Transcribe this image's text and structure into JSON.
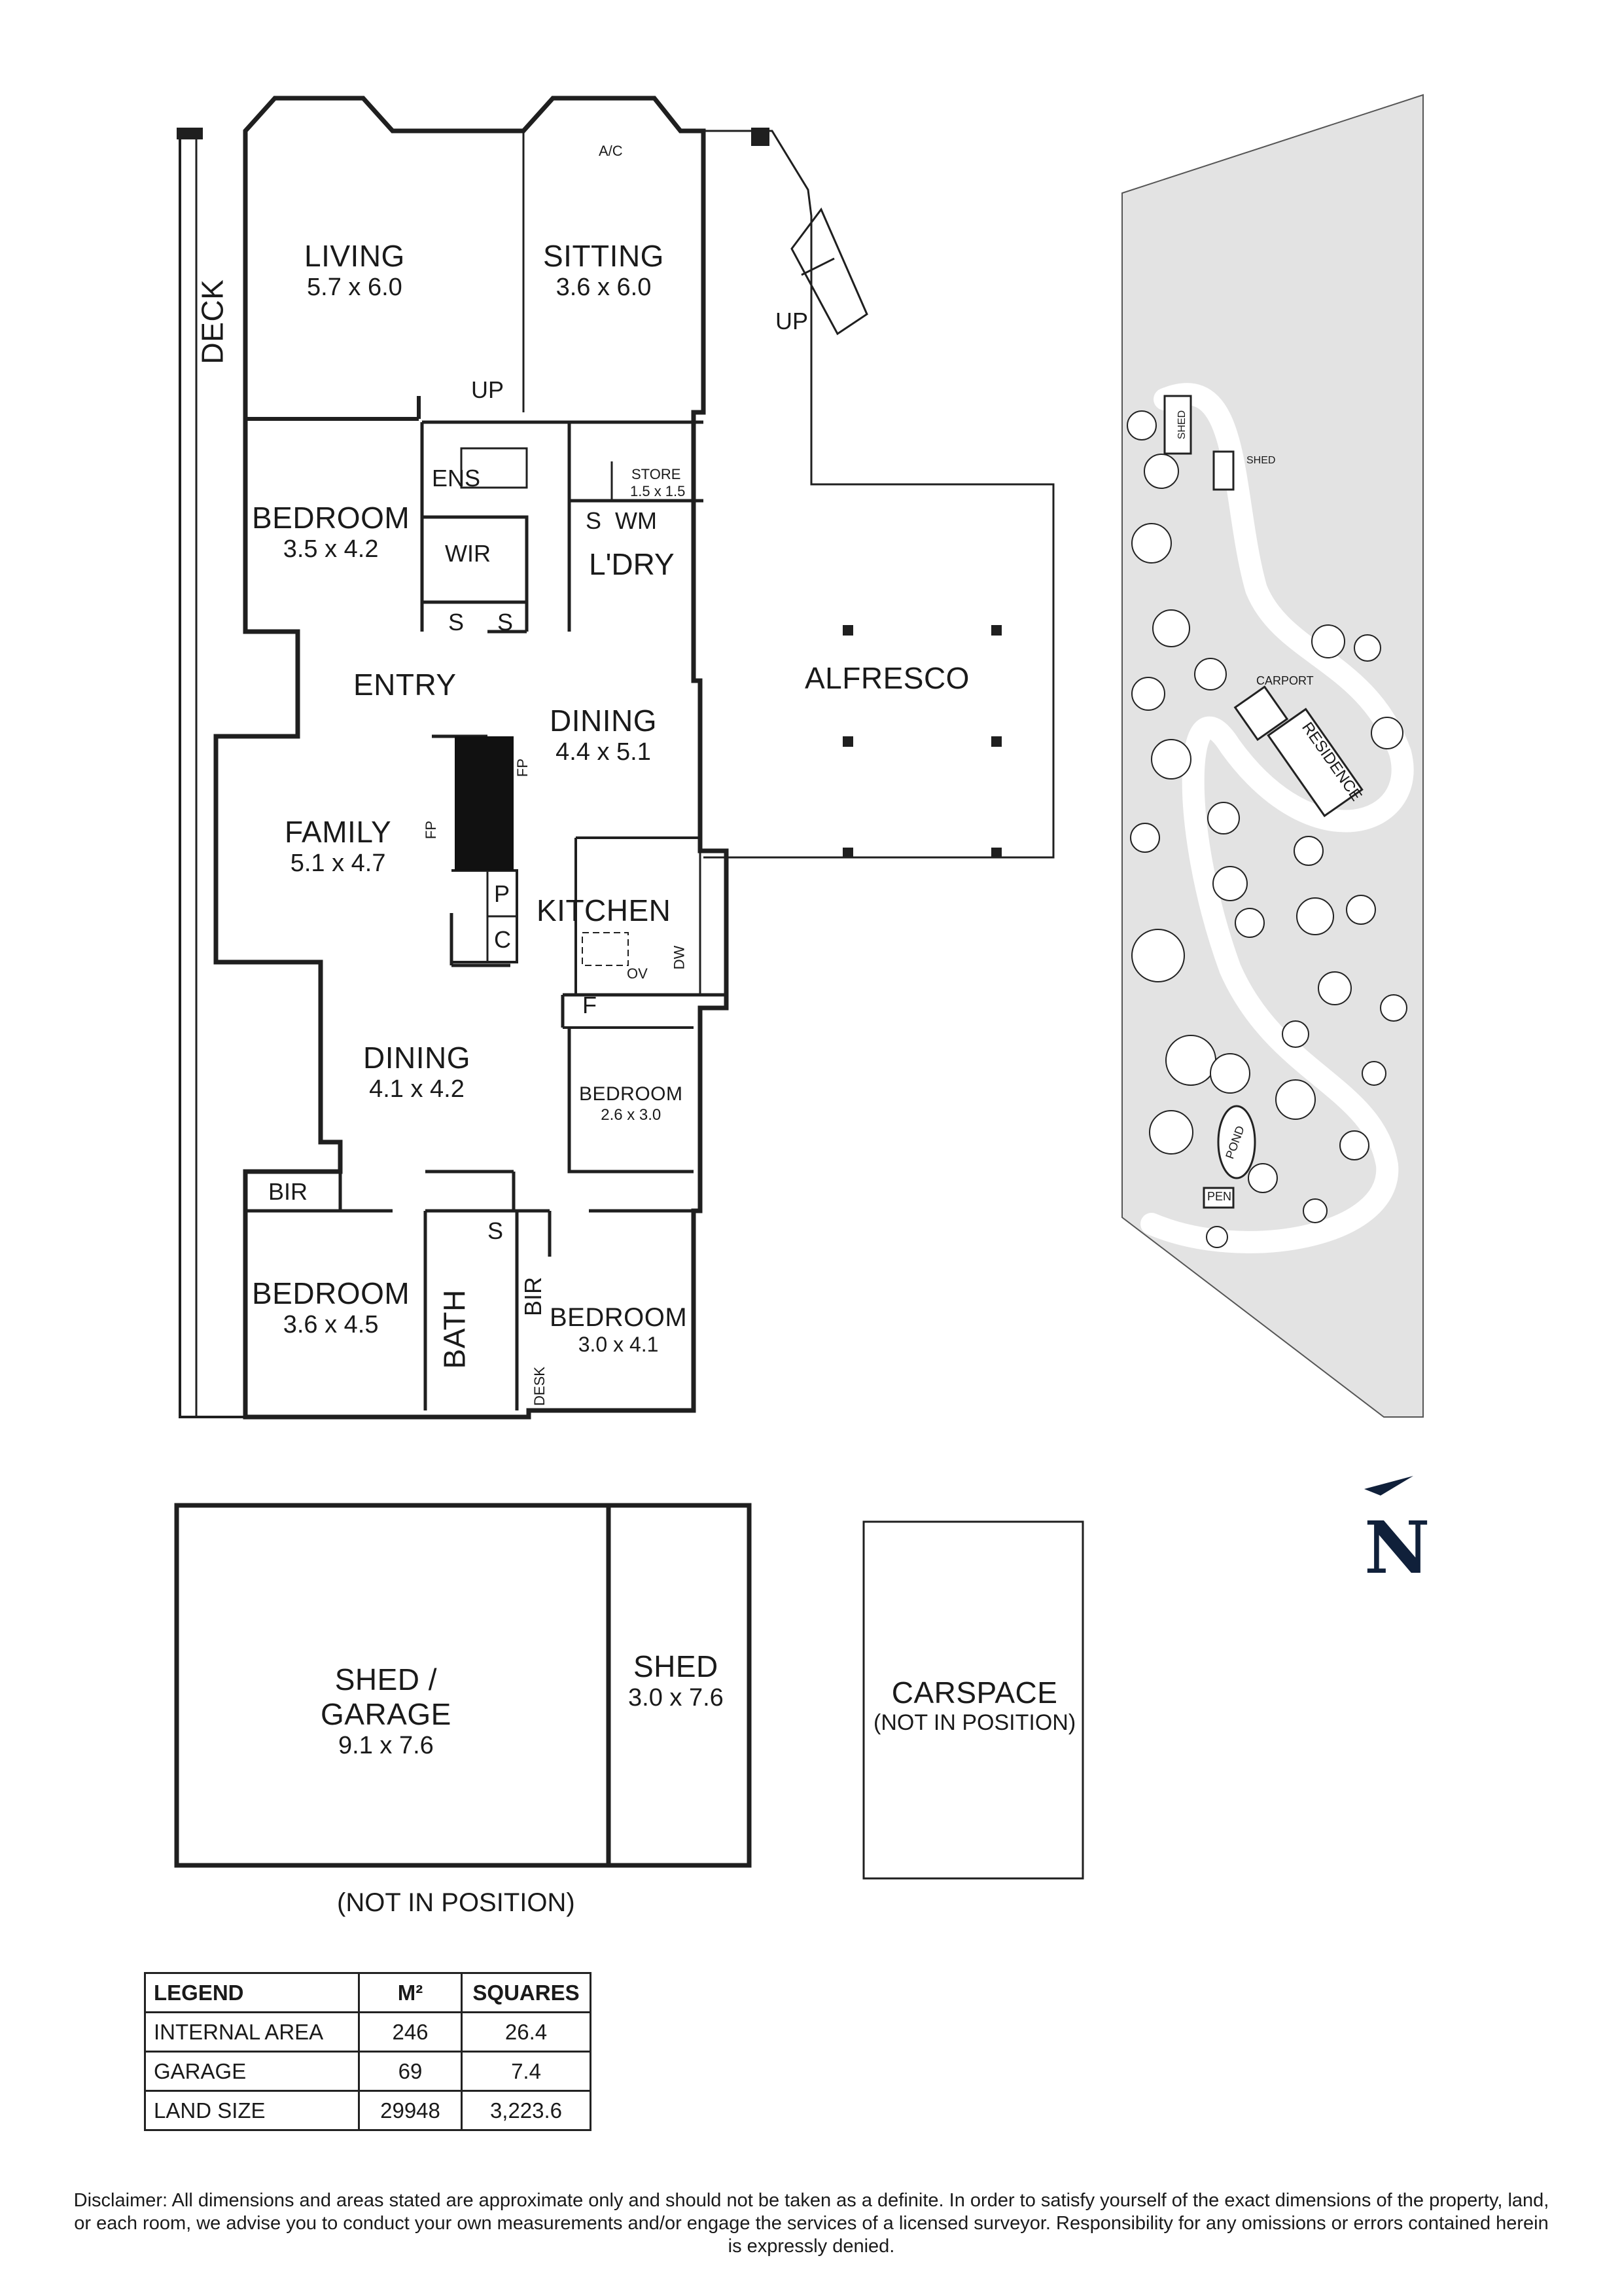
{
  "rooms": {
    "living": {
      "name": "LIVING",
      "dims": "5.7 x 6.0"
    },
    "sitting": {
      "name": "SITTING",
      "dims": "3.6 x 6.0"
    },
    "deck": {
      "name": "DECK"
    },
    "bedroom_main": {
      "name": "BEDROOM",
      "dims": "3.5 x 4.2"
    },
    "ens": {
      "name": "ENS"
    },
    "wir": {
      "name": "WIR"
    },
    "store": {
      "name": "STORE",
      "dims": "1.5 x 1.5"
    },
    "wm": {
      "name": "WM"
    },
    "ldry": {
      "name": "L'DRY"
    },
    "entry": {
      "name": "ENTRY"
    },
    "dining_upper": {
      "name": "DINING",
      "dims": "4.4 x 5.1"
    },
    "alfresco": {
      "name": "ALFRESCO"
    },
    "family": {
      "name": "FAMILY",
      "dims": "5.1 x 4.7"
    },
    "kitchen": {
      "name": "KITCHEN"
    },
    "dining_lower": {
      "name": "DINING",
      "dims": "4.1 x 4.2"
    },
    "bedroom_small": {
      "name": "BEDROOM",
      "dims": "2.6 x 3.0"
    },
    "bedroom_left": {
      "name": "BEDROOM",
      "dims": "3.6 x 4.5"
    },
    "bath": {
      "name": "BATH"
    },
    "bedroom_right": {
      "name": "BEDROOM",
      "dims": "3.0 x 4.1"
    },
    "shed_garage": {
      "name_line1": "SHED /",
      "name_line2": "GARAGE",
      "dims": "9.1 x 7.6"
    },
    "shed": {
      "name": "SHED",
      "dims": "3.0 x 7.6"
    },
    "carspace": {
      "name": "CARSPACE",
      "note": "(NOT IN POSITION)"
    }
  },
  "tags": {
    "ac": "A/C",
    "fp": "FP",
    "up": "UP",
    "s": "S",
    "p": "P",
    "c": "C",
    "f": "F",
    "ov": "OV",
    "dw": "DW",
    "bir": "BIR",
    "desk": "DESK"
  },
  "outbuildings_note": "(NOT IN POSITION)",
  "site": {
    "shed1": "SHED",
    "shed2": "SHED",
    "carport": "CARPORT",
    "residence": "RESIDENCE",
    "pond": "POND",
    "pen": "PEN"
  },
  "north_label": "N",
  "legend": {
    "headers": [
      "LEGEND",
      "M²",
      "SQUARES"
    ],
    "rows": [
      [
        "INTERNAL AREA",
        "246",
        "26.4"
      ],
      [
        "GARAGE",
        "69",
        "7.4"
      ],
      [
        "LAND SIZE",
        "29948",
        "3,223.6"
      ]
    ]
  },
  "disclaimer": "Disclaimer: All dimensions and areas stated are approximate only and should not be taken as a definite. In order to satisfy yourself of the exact dimensions of the property, land, or each room, we advise you to conduct your own measurements and/or engage the services of a licensed surveyor. Responsibility for any omissions or errors contained herein is expressly denied.",
  "colors": {
    "wall": "#1f1f1f",
    "land": "#e3e3e3",
    "fireplace": "#111111",
    "north": "#10203a"
  }
}
